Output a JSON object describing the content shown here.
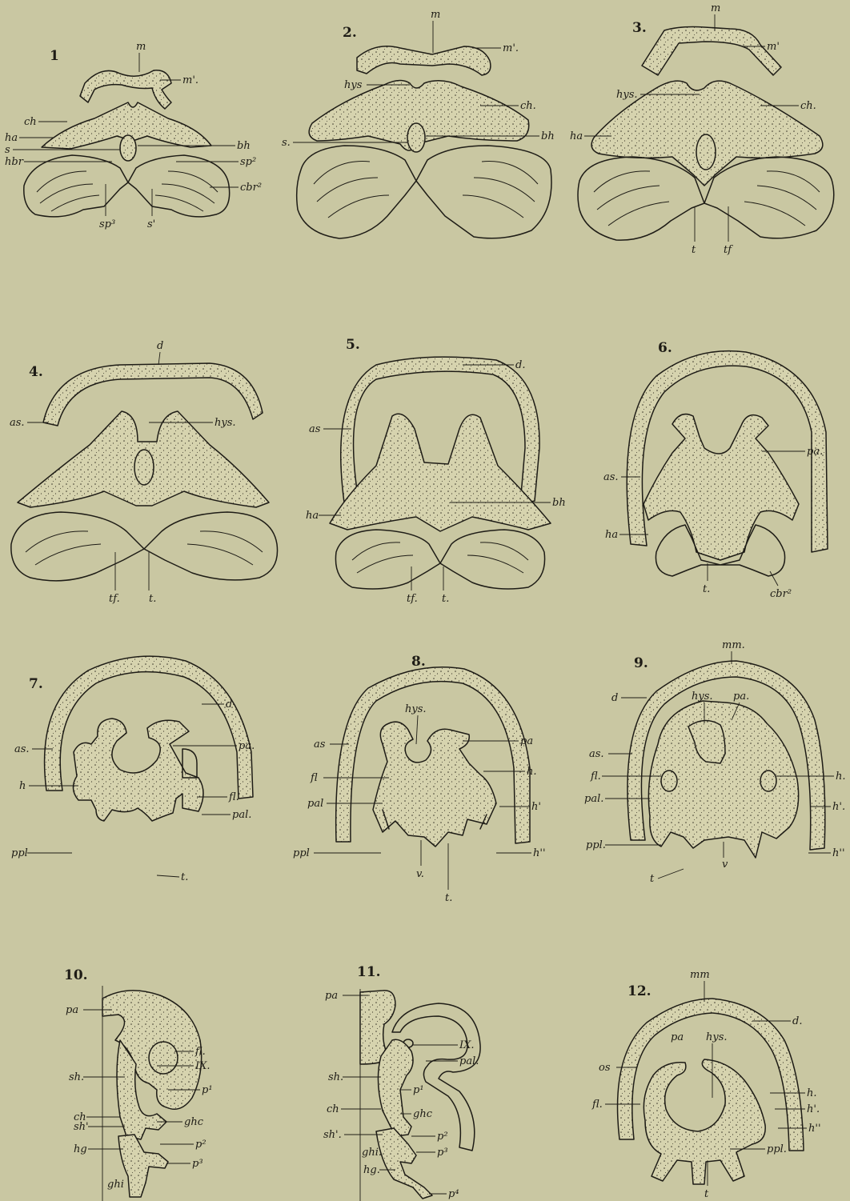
{
  "plate": {
    "figures": [
      {
        "number": "1",
        "labels": [
          "m",
          "m'.",
          "ch",
          "ha",
          "s",
          "hbr",
          "bh",
          "sp²",
          "cbr²",
          "sp³",
          "s'"
        ]
      },
      {
        "number": "2.",
        "labels": [
          "m",
          "m'.",
          "hys",
          "ch.",
          "s.",
          "bh"
        ]
      },
      {
        "number": "3.",
        "labels": [
          "m",
          "m'",
          "hys.",
          "ch.",
          "ha",
          "t",
          "tf"
        ]
      },
      {
        "number": "4.",
        "labels": [
          "d",
          "as.",
          "hys.",
          "tf.",
          "t."
        ]
      },
      {
        "number": "5.",
        "labels": [
          "d.",
          "as",
          "ha",
          "bh",
          "tf.",
          "t."
        ]
      },
      {
        "number": "6.",
        "labels": [
          "pa.",
          "as.",
          "ha",
          "t.",
          "cbr²"
        ]
      },
      {
        "number": "7.",
        "labels": [
          "d",
          "as.",
          "pa.",
          "h",
          "fl.",
          "pal.",
          "ppl",
          "t."
        ]
      },
      {
        "number": "8.",
        "labels": [
          "hys.",
          "as",
          "pa",
          "fl",
          "h.",
          "pal",
          "h'",
          "ppl",
          "h''",
          "v.",
          "t."
        ]
      },
      {
        "number": "9.",
        "labels": [
          "mm.",
          "d",
          "hys.",
          "pa.",
          "as.",
          "fl.",
          "h.",
          "pal.",
          "h'.",
          "ppl.",
          "h''",
          "t",
          "v"
        ]
      },
      {
        "number": "10.",
        "labels": [
          "pa",
          "fl.",
          "IX.",
          "sh.",
          "p¹",
          "ch",
          "sh'",
          "ghc",
          "p²",
          "hg",
          "p³",
          "ghi"
        ]
      },
      {
        "number": "11.",
        "labels": [
          "pa",
          "IX.",
          "pal.",
          "sh.",
          "p¹",
          "ch",
          "ghc",
          "sh'.",
          "p²",
          "p³",
          "ghi.",
          "hg.",
          "p⁴"
        ]
      },
      {
        "number": "12.",
        "labels": [
          "mm",
          "d.",
          "pa",
          "hys.",
          "os",
          "fl.",
          "h.",
          "h'.",
          "h''",
          "ppl.",
          "t"
        ]
      }
    ]
  }
}
